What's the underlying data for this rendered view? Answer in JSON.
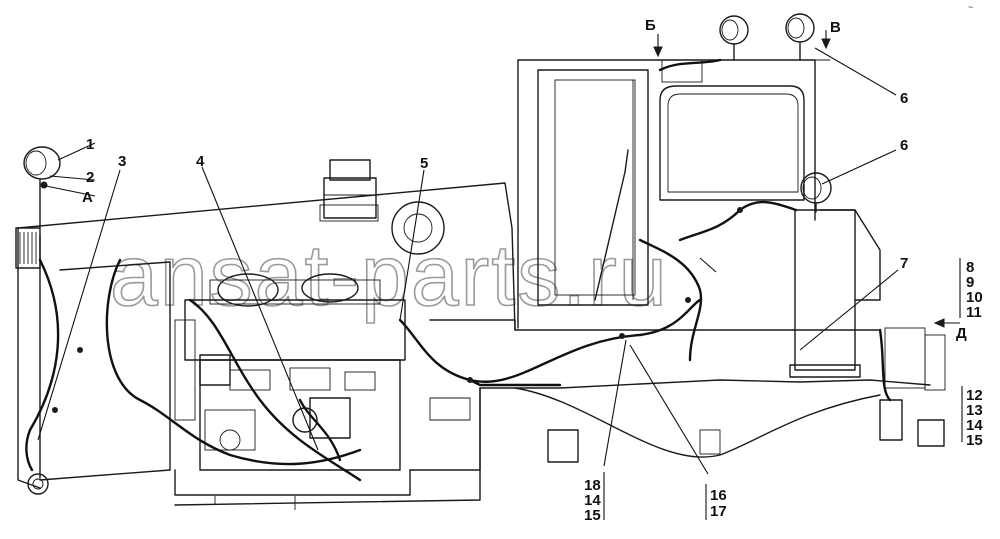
{
  "callouts": {
    "c1": "1",
    "c2": "2",
    "c3": "3",
    "c4": "4",
    "c5": "5",
    "c6a": "6",
    "c6b": "6",
    "c7": "7",
    "c8": "8",
    "c9": "9",
    "c10": "10",
    "c11": "11",
    "c12": "12",
    "c13": "13",
    "c14b": "14",
    "c15b": "15",
    "c18": "18",
    "c14a": "14",
    "c15a": "15",
    "c16": "16",
    "c17": "17"
  },
  "views": {
    "A": "А",
    "B": "Б",
    "V": "В",
    "D": "Д"
  },
  "watermark": "ansat-parts.ru",
  "corner_mark": "~"
}
